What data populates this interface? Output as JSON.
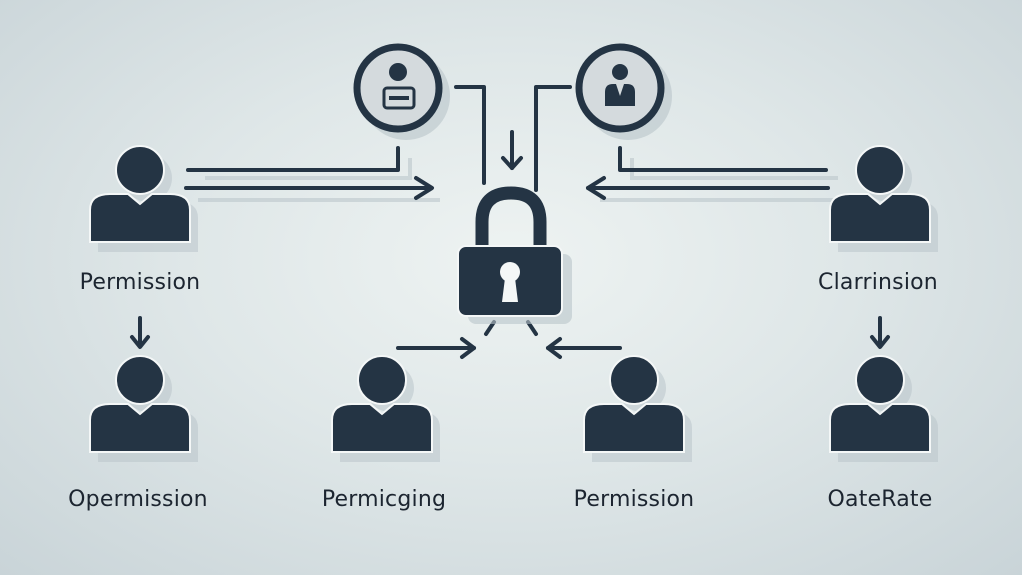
{
  "diagram": {
    "title": "",
    "colors": {
      "primary": "#243444",
      "background": "#dfe7e8",
      "shadow": "#b9c5ca",
      "icon_fill": "#d4dadd"
    },
    "center": {
      "icon": "padlock-icon"
    },
    "top_badges": [
      {
        "id": "badge-left",
        "icon": "user-id-card-icon"
      },
      {
        "id": "badge-right",
        "icon": "businessperson-icon"
      }
    ],
    "users": [
      {
        "id": "user-top-left",
        "label": "Permission",
        "icon": "user-icon"
      },
      {
        "id": "user-bottom-left",
        "label": "Opermission",
        "icon": "user-icon"
      },
      {
        "id": "user-bottom-center-left",
        "label": "Permicging",
        "icon": "user-icon"
      },
      {
        "id": "user-bottom-center-right",
        "label": "Permission",
        "icon": "user-icon"
      },
      {
        "id": "user-top-right",
        "label": "Clarrinsion",
        "icon": "user-icon"
      },
      {
        "id": "user-bottom-right",
        "label": "OateRate",
        "icon": "user-icon"
      }
    ]
  }
}
